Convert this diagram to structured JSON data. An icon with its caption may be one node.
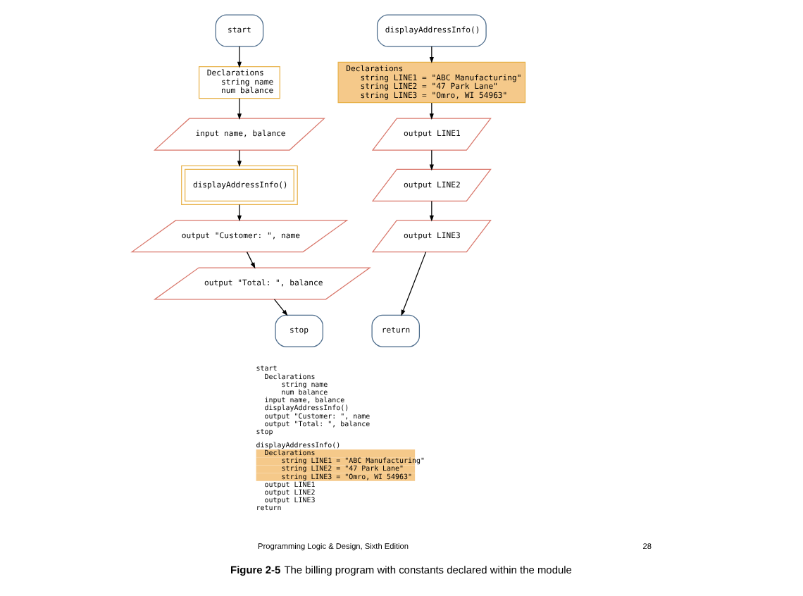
{
  "diagram": {
    "caption": "**Figure 2-5** The billing program with constants declared within the module",
    "nodes": [
      {
        "text": [
          "start"
        ]
      },
      {
        "text": [
          "Declarations",
          "string name",
          "num balance"
        ]
      },
      {
        "text": [
          "input name, balance"
        ]
      },
      {
        "text": [
          "displayAddressInfo()"
        ]
      },
      {
        "text": [
          "output \"Customer: \", name"
        ]
      },
      {
        "text": [
          "output \"Total: \", balance"
        ]
      },
      {
        "text": [
          "stop"
        ]
      },
      {
        "text": [
          "displayAddressInfo()"
        ]
      },
      {
        "text": [
          "Declarations",
          "string LINE1 = \"ABC Manufacturing\"",
          "string LINE2 = \"47 Park Lane\"",
          "string LINE3 = \"Omro, WI 54963\""
        ]
      },
      {
        "text": [
          "output LINE1"
        ]
      },
      {
        "text": [
          "output LINE2"
        ]
      },
      {
        "text": [
          "output LINE3"
        ]
      },
      {
        "text": [
          "return"
        ]
      }
    ],
    "edges": [
      {
        "from": 0,
        "to": 1,
        "arrow": "to"
      },
      {
        "from": 1,
        "to": 2,
        "arrow": "to"
      },
      {
        "from": 2,
        "to": 3,
        "arrow": "to"
      },
      {
        "from": 3,
        "to": 4,
        "arrow": "to"
      },
      {
        "from": 4,
        "to": 5,
        "arrow": "to"
      },
      {
        "from": 5,
        "to": 6,
        "arrow": "to"
      },
      {
        "from": 7,
        "to": 8,
        "arrow": "to"
      },
      {
        "from": 8,
        "to": 9,
        "arrow": "to"
      },
      {
        "from": 9,
        "to": 10,
        "arrow": "to"
      },
      {
        "from": 10,
        "to": 11,
        "arrow": "to"
      },
      {
        "from": 11,
        "to": 12,
        "arrow": "to"
      }
    ],
    "labels": [
      "start",
      "Declarations",
      "string name",
      "num balance",
      "input name, balance",
      "displayAddressInfo()",
      "output \"Customer: \", name",
      "output \"Total: \", balance",
      "stop",
      "displayAddressInfo()",
      "Declarations",
      "string LINE1 = \"ABC Manufacturing\"",
      "string LINE2 = \"47 Park Lane\"",
      "string LINE3 = \"Omro, WI 54963\"",
      "output LINE1",
      "output LINE2",
      "output LINE3",
      "return",
      "Programming Logic & Design, Sixth Edition",
      "28"
    ]
  }
}
